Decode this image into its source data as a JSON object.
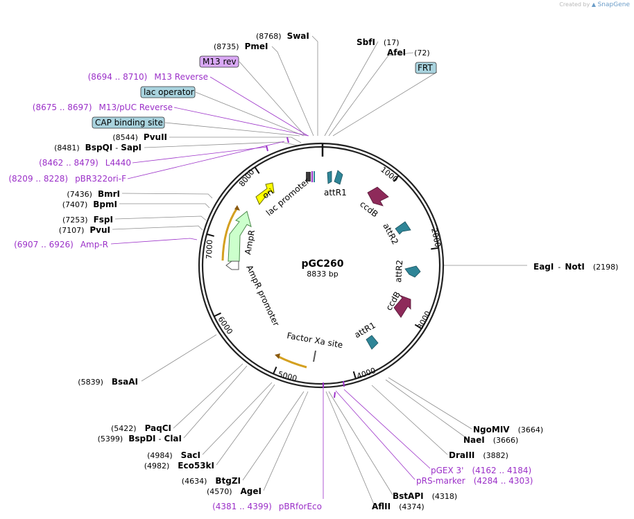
{
  "credit": {
    "prefix": "Created by",
    "brand": "SnapGene"
  },
  "plasmid": {
    "name": "pGC260",
    "length_label": "8833 bp",
    "length": 8833
  },
  "ticks": [
    "1000",
    "2000",
    "3000",
    "4000",
    "5000",
    "6000",
    "7000",
    "8000"
  ],
  "restriction_sites": [
    {
      "id": "swai",
      "pos": "(8768)",
      "name": "SwaI"
    },
    {
      "id": "pmei",
      "pos": "(8735)",
      "name": "PmeI"
    },
    {
      "id": "sbfi",
      "pos": "(17)",
      "name": "SbfI"
    },
    {
      "id": "afei",
      "pos": "(72)",
      "name": "AfeI"
    },
    {
      "id": "pvuii",
      "pos": "(8544)",
      "name": "PvuII"
    },
    {
      "id": "bspqi",
      "pos": "(8481)",
      "name": "BspQI",
      "name2": "SapI"
    },
    {
      "id": "bmri",
      "pos": "(7436)",
      "name": "BmrI"
    },
    {
      "id": "bpmi",
      "pos": "(7407)",
      "name": "BpmI"
    },
    {
      "id": "fspi",
      "pos": "(7253)",
      "name": "FspI"
    },
    {
      "id": "pvui",
      "pos": "(7107)",
      "name": "PvuI"
    },
    {
      "id": "eagi",
      "pos": "(2198)",
      "name": "EagI",
      "name2": "NotI"
    },
    {
      "id": "bsaai",
      "pos": "(5839)",
      "name": "BsaAI"
    },
    {
      "id": "paqci",
      "pos": "(5422)",
      "name": "PaqCI"
    },
    {
      "id": "bspdi",
      "pos": "(5399)",
      "name": "BspDI",
      "name2": "ClaI"
    },
    {
      "id": "saci",
      "pos": "(4984)",
      "name": "SacI"
    },
    {
      "id": "eco53ki",
      "pos": "(4982)",
      "name": "Eco53kI"
    },
    {
      "id": "btgzi",
      "pos": "(4634)",
      "name": "BtgZI"
    },
    {
      "id": "agei",
      "pos": "(4570)",
      "name": "AgeI"
    },
    {
      "id": "ngomiv",
      "pos": "(3664)",
      "name": "NgoMIV"
    },
    {
      "id": "naei",
      "pos": "(3666)",
      "name": "NaeI"
    },
    {
      "id": "draiii",
      "pos": "(3882)",
      "name": "DraIII"
    },
    {
      "id": "bstapi",
      "pos": "(4318)",
      "name": "BstAPI"
    },
    {
      "id": "aflii",
      "pos": "(4374)",
      "name": "AflII"
    }
  ],
  "primers": [
    {
      "id": "m13rev",
      "range": "(8694 .. 8710)",
      "name": "M13 Reverse"
    },
    {
      "id": "m13puc",
      "range": "(8675 .. 8697)",
      "name": "M13/pUC Reverse"
    },
    {
      "id": "l4440",
      "range": "(8462 .. 8479)",
      "name": "L4440"
    },
    {
      "id": "pbr322",
      "range": "(8209 .. 8228)",
      "name": "pBR322ori-F"
    },
    {
      "id": "ampr",
      "range": "(6907 .. 6926)",
      "name": "Amp-R"
    },
    {
      "id": "pgex3",
      "range": "(4162 .. 4184)",
      "name": "pGEX 3'"
    },
    {
      "id": "prsmarker",
      "range": "(4284 .. 4303)",
      "name": "pRS-marker"
    },
    {
      "id": "pbrforeco",
      "range": "(4381 .. 4399)",
      "name": "pBRforEco"
    }
  ],
  "boxed_features": [
    {
      "id": "m13rev-box",
      "name": "M13 rev",
      "color": "#d9a8f5"
    },
    {
      "id": "lac-operator",
      "name": "lac operator",
      "color": "#a9d3de"
    },
    {
      "id": "cap-site",
      "name": "CAP binding site",
      "color": "#a9d3de"
    },
    {
      "id": "frt",
      "name": "FRT",
      "color": "#a9d3de"
    }
  ],
  "features": [
    {
      "id": "ori",
      "name": "ori",
      "color": "#ffff00"
    },
    {
      "id": "lac-promoter",
      "name": "lac promoter",
      "color": "#3a3a3a"
    },
    {
      "id": "attr1-top",
      "name": "attR1",
      "color": "#2f8597"
    },
    {
      "id": "ccdb-top",
      "name": "ccdB",
      "color": "#8e2a5a"
    },
    {
      "id": "attr2-top",
      "name": "attR2",
      "color": "#2f8597"
    },
    {
      "id": "attr2-bottom",
      "name": "attR2",
      "color": "#2f8597"
    },
    {
      "id": "ccdb-bottom",
      "name": "ccdB",
      "color": "#8e2a5a"
    },
    {
      "id": "attr1-bottom",
      "name": "attR1",
      "color": "#2f8597"
    },
    {
      "id": "factor-xa",
      "name": "Factor Xa site",
      "color": "#555555"
    },
    {
      "id": "ampr",
      "name": "AmpR",
      "color": "#ccffcc"
    },
    {
      "id": "ampr-promoter",
      "name": "AmpR promoter",
      "color": "#ffffff"
    }
  ]
}
